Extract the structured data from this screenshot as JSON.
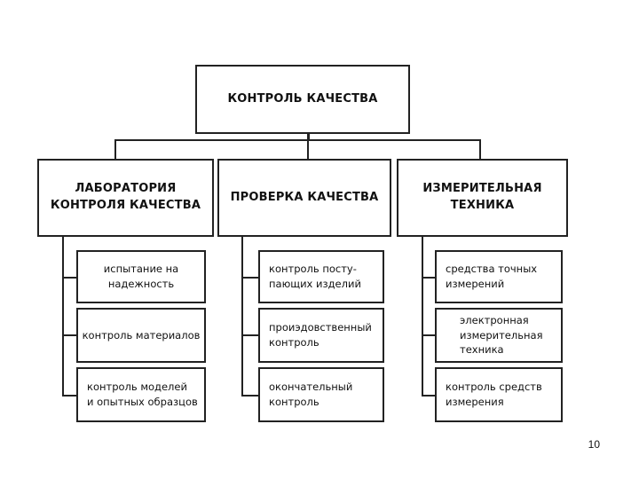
{
  "root": {
    "label": "КОНТРОЛЬ КАЧЕСТВА"
  },
  "columns": [
    {
      "label": "ЛАБОРАТОРИЯ\nКОНТРОЛЯ КАЧЕСТВА",
      "items": [
        "испытание на\nнадежность",
        "контроль материалов",
        "контроль моделей\nи опытных образцов"
      ]
    },
    {
      "label": "ПРОВЕРКА КАЧЕСТВА",
      "items": [
        "контроль посту-\nпающих изделий",
        "проиэдовственный\nконтроль",
        "окончательный\nконтроль"
      ]
    },
    {
      "label": "ИЗМЕРИТЕЛЬНАЯ\nТЕХНИКА",
      "items": [
        "средства точных\nизмерений",
        "электронная\nизмерительная\nтехника",
        "контроль средств\nизмерения"
      ]
    }
  ],
  "page_number": "10"
}
